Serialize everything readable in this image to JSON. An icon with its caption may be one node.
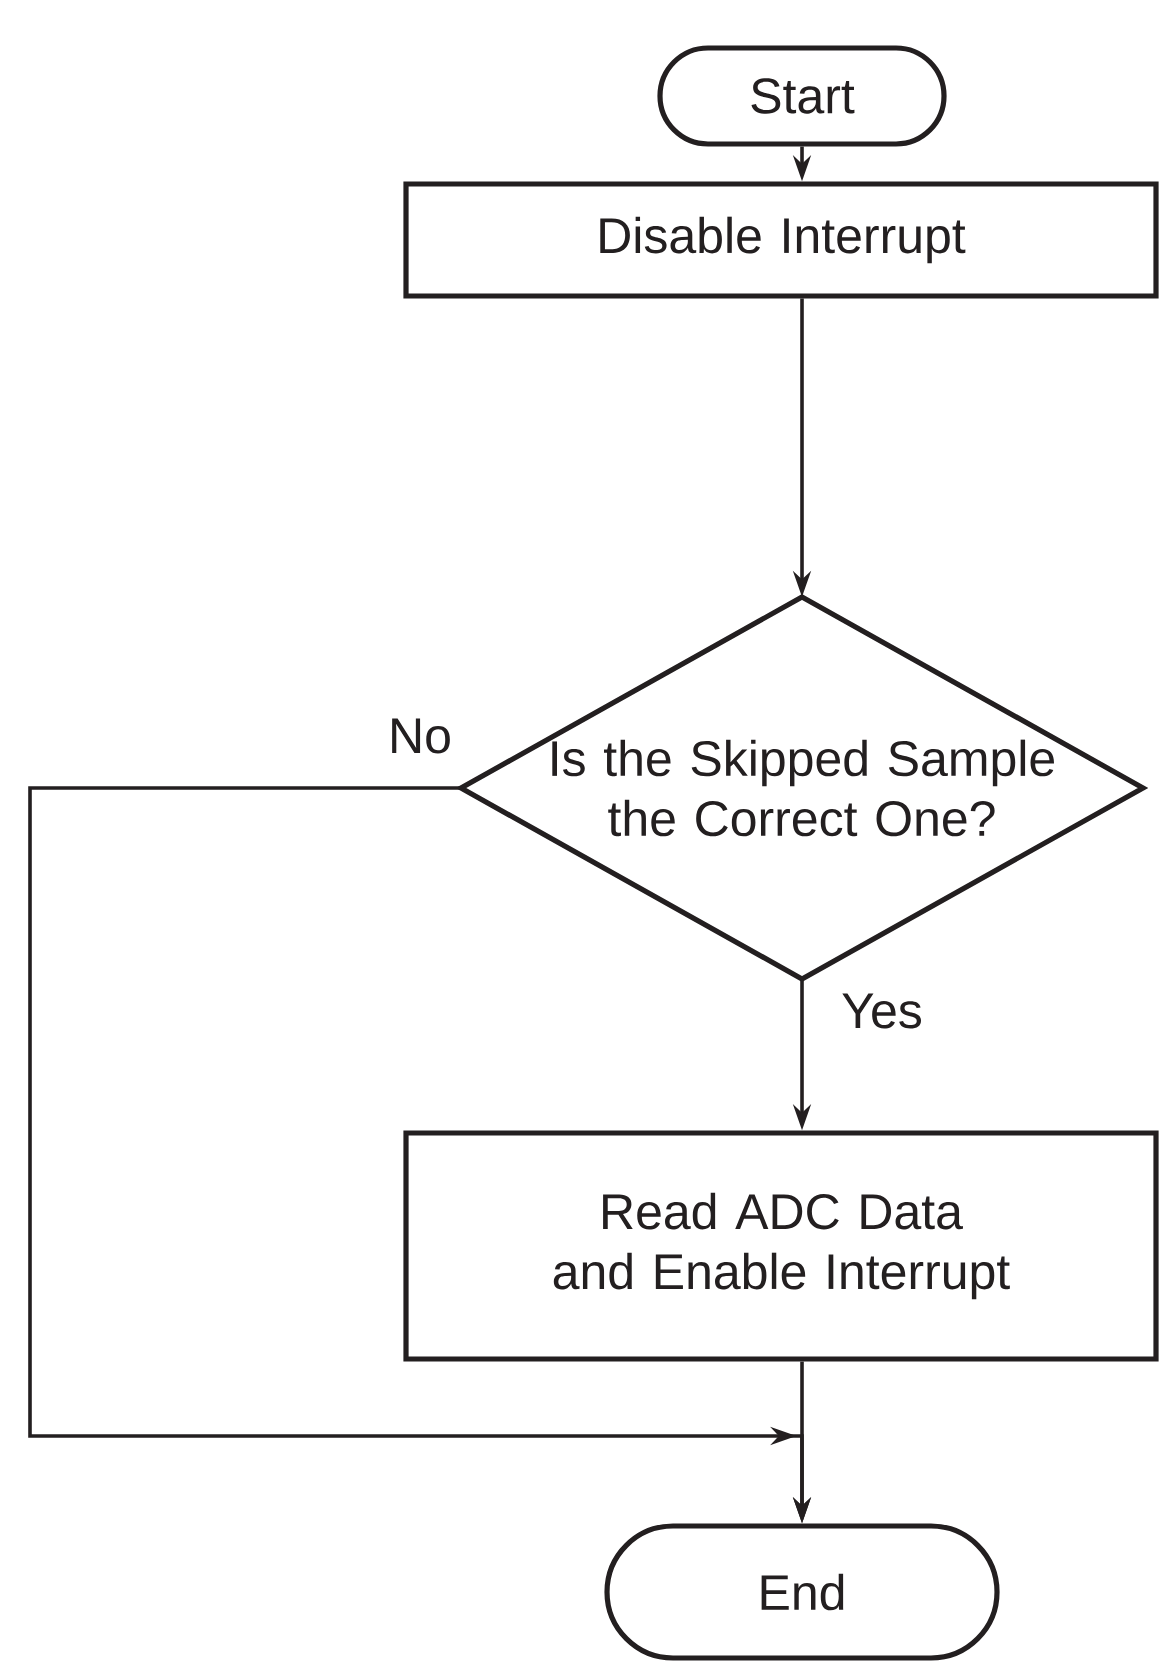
{
  "diagram": {
    "nodes": [
      {
        "text": [
          "Start"
        ]
      },
      {
        "text": [
          "Disable Interrupt"
        ]
      },
      {
        "text": [
          "Is the Skipped Sample the Correct One?"
        ]
      },
      {
        "text": [
          "Read ADC Data and Enable Interrupt"
        ]
      },
      {
        "text": [
          "End"
        ]
      }
    ],
    "edges": [
      {
        "from": 0,
        "to": 1,
        "arrow": "to"
      },
      {
        "from": 1,
        "to": 2,
        "arrow": "to"
      },
      {
        "from": 2,
        "to": 3,
        "arrow": "to",
        "label": "Yes"
      },
      {
        "from": 2,
        "to": 4,
        "arrow": "to",
        "label": "No"
      },
      {
        "from": 3,
        "to": 4,
        "arrow": "to"
      }
    ]
  }
}
